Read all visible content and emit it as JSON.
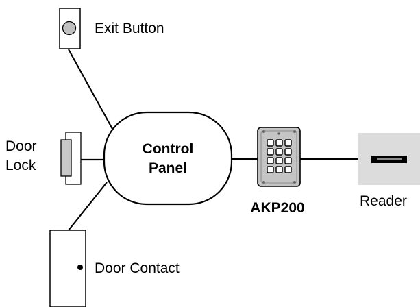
{
  "diagram": {
    "components": {
      "exit_button": {
        "label": "Exit Button"
      },
      "door_lock": {
        "label_line1": "Door",
        "label_line2": "Lock"
      },
      "control_panel": {
        "label_line1": "Control",
        "label_line2": "Panel"
      },
      "keypad": {
        "label": "AKP200",
        "key_rows": 4,
        "key_cols": 3
      },
      "reader": {
        "label": "Reader"
      },
      "door_contact": {
        "label": "Door Contact"
      }
    },
    "colors": {
      "line": "#000000",
      "device_fill": "#ffffff",
      "lock_fill": "#c8c8c8",
      "button_fill": "#c0c0c0",
      "keypad_body": "#c4c4c4",
      "reader_fill": "#dcdcdc",
      "slot_fill": "#000000"
    }
  }
}
